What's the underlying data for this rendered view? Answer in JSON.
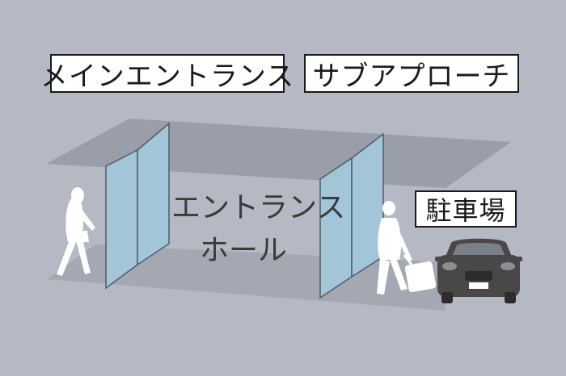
{
  "labels": {
    "main_entrance": "メインエントランス",
    "sub_approach": "サブアプローチ",
    "parking": "駐車場"
  },
  "hall": {
    "line1": "エントランス",
    "line2": "ホール"
  },
  "colors": {
    "background": "#b4b9c4",
    "canopy": "#999ea8",
    "floor": "#a3a8b2",
    "glass": "#a3c5d8",
    "glass_edge": "#4f5d66",
    "figures": "#ffffff",
    "car_body": "#4a4747",
    "label_border": "#1a1a1a"
  },
  "icons": {
    "walking_person": "woman-walking-icon",
    "traveler": "man-with-suitcase-icon",
    "car": "car-front-icon"
  }
}
